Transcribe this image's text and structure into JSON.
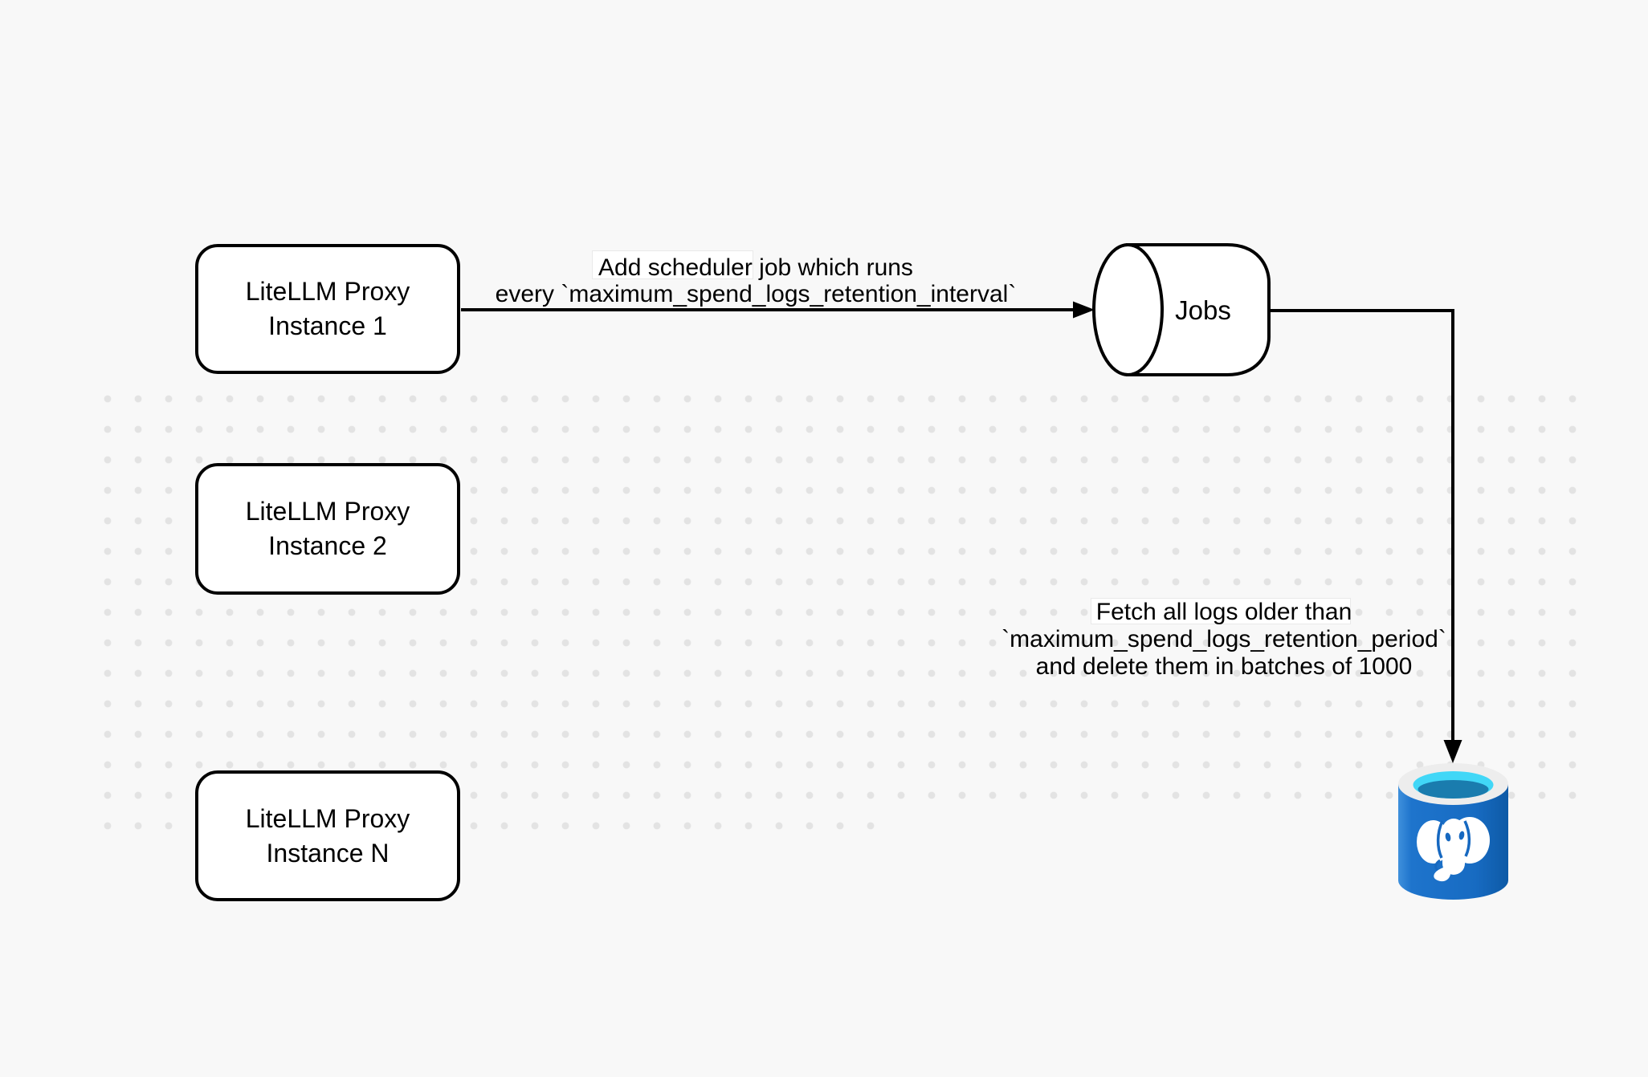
{
  "diagram": {
    "background_color": "#f8f8f8",
    "dot_color": "#e3e3e3",
    "stroke_color": "#000000",
    "node_fill_color": "#ffffff"
  },
  "nodes": {
    "proxy1": {
      "line1": "LiteLLM Proxy",
      "line2": "Instance 1"
    },
    "proxy2": {
      "line1": "LiteLLM Proxy",
      "line2": "Instance 2"
    },
    "proxyN": {
      "line1": "LiteLLM Proxy",
      "line2": "Instance N"
    },
    "jobs": {
      "label": "Jobs"
    }
  },
  "edges": {
    "proxy1_to_jobs": {
      "label_line1": "Add scheduler job which runs",
      "label_line2": "every `maximum_spend_logs_retention_interval`"
    },
    "jobs_to_postgres": {
      "label_line1": "Fetch all logs older than",
      "label_line2": "`maximum_spend_logs_retention_period`",
      "label_line3": "and delete them in batches of 1000"
    }
  },
  "icons": {
    "postgresql_db": {
      "name": "postgresql-database",
      "body_color": "#1b6ec6",
      "body_gradient_light": "#3f90dc",
      "body_gradient_dark": "#0e5aa6",
      "rim_color": "#ededed",
      "water_top_color": "#41d7f7",
      "water_deep_color": "#1a7cae",
      "elephant_color": "#ffffff"
    }
  }
}
